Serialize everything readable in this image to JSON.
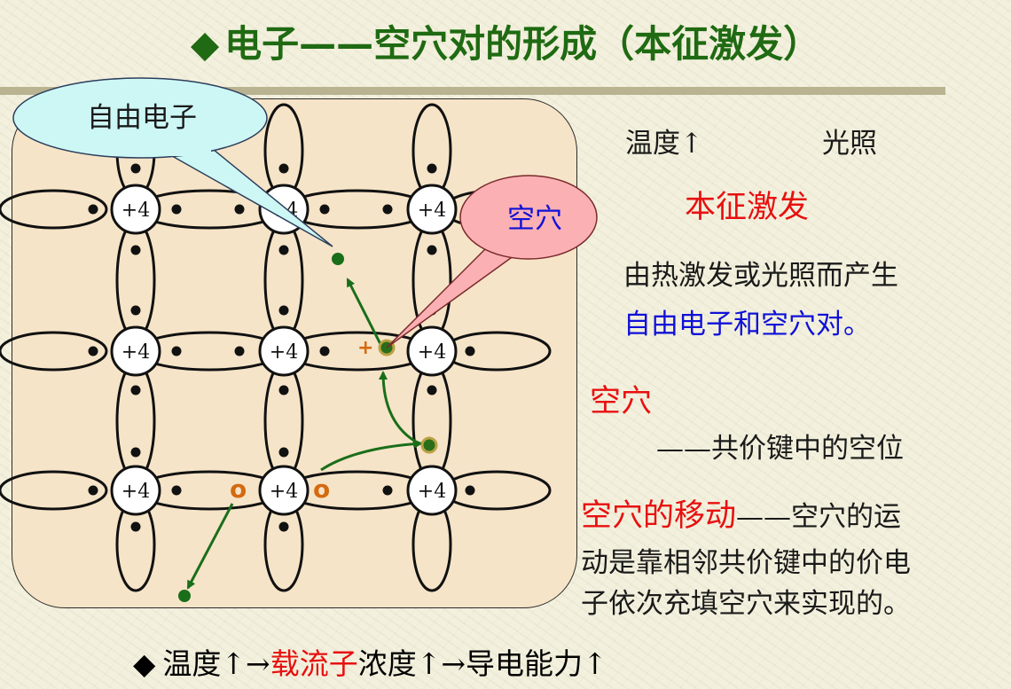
{
  "title": {
    "diamond": "◆",
    "text": "电子——空穴对的形成（本征激发）"
  },
  "lattice": {
    "atom_label": "+4",
    "free_electron_callout": "自由电子",
    "hole_callout": "空穴",
    "hole_plus_sign": "+",
    "hole_marker": "o"
  },
  "side": {
    "temp_label": "温度↑",
    "light_label": "光照",
    "intrinsic_excitation": "本征激发",
    "desc_line1": "由热激发或光照而产生",
    "desc_line2": "自由电子和空穴对。",
    "hole_heading": "空穴",
    "hole_definition": "——共价键中的空位",
    "movement_heading": "空穴的移动",
    "movement_line1": "——空穴的运",
    "movement_line2": "动是靠相邻共价键中的价电",
    "movement_line3": "子依次充填空穴来实现的。"
  },
  "bottom": {
    "diamond": "◆",
    "part1": "温度↑→",
    "part2": "载流子",
    "part3": "浓度↑→导电能力↑"
  },
  "colors": {
    "title_green": "#1f6a12",
    "emphasis_red": "#e81010",
    "emphasis_blue": "#1010d8",
    "arrow_green": "#1a6e1a",
    "hole_orange": "#d46a10"
  }
}
